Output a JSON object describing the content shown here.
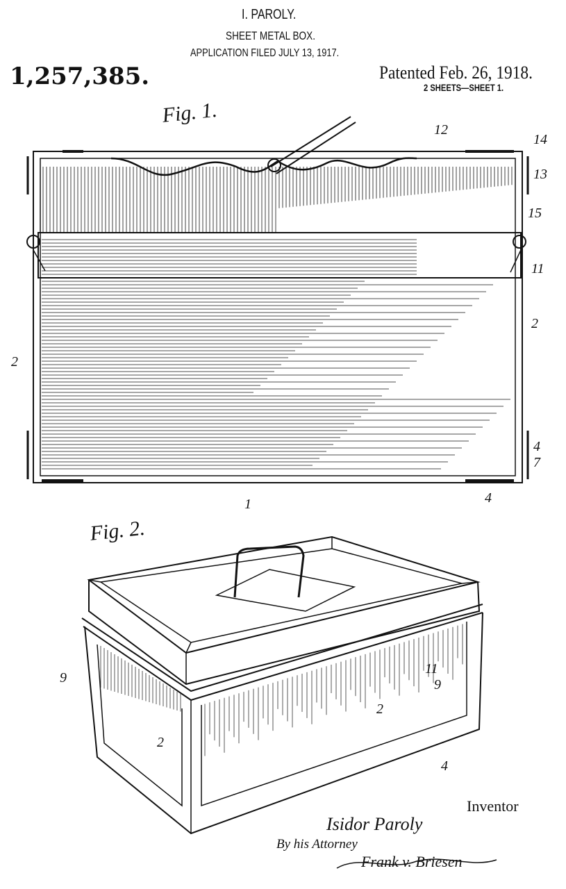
{
  "header": {
    "inventor": "I. PAROLY.",
    "title": "SHEET METAL BOX.",
    "filed": "APPLICATION FILED JULY 13, 1917.",
    "patent_number": "1,257,385.",
    "patented": "Patented Feb. 26, 1918.",
    "sheets": "2 SHEETS—SHEET 1."
  },
  "figures": {
    "fig1": {
      "label": "Fig. 1.",
      "refs": [
        "12",
        "14",
        "13",
        "15",
        "11",
        "2",
        "2",
        "4",
        "7",
        "1",
        "4"
      ]
    },
    "fig2": {
      "label": "Fig. 2.",
      "refs": [
        "9",
        "2",
        "2",
        "11",
        "9",
        "4"
      ]
    }
  },
  "signature": {
    "inventor_label": "Inventor",
    "inventor_name": "Isidor Paroly",
    "by_attorney": "By his Attorney",
    "attorney_name": "Frank v. Briesen"
  }
}
